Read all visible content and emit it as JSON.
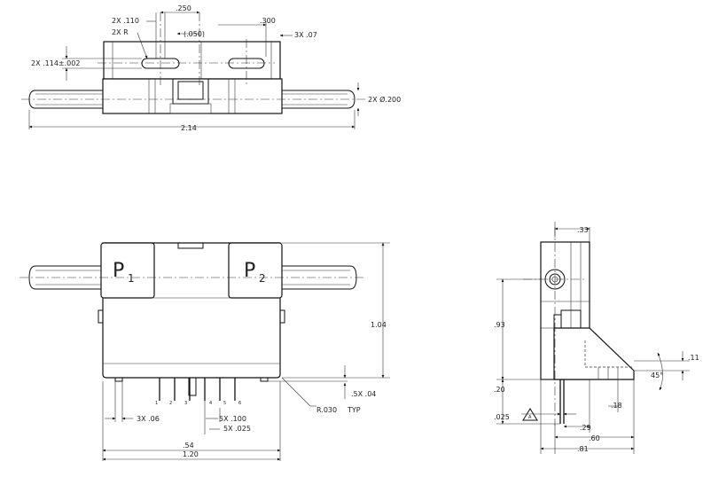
{
  "top_view": {
    "slot_width": "2X .110",
    "slot_radius": "2X R",
    "slot_pitch": ".250",
    "ref_offset": "(.050)",
    "slot_length": ".300",
    "slot_depth": "3X .07",
    "port_spacing": "2X .114±.002",
    "port_diameter": "2X Ø.200",
    "overall_length": "2.14"
  },
  "front_view": {
    "port_1": "P",
    "port_1_sub": "1",
    "port_2": "P",
    "port_2_sub": "2",
    "body_height": "1.04",
    "pin_standoff": ".5X .04",
    "corner_radius": "R.030",
    "corner_radius_qty": "TYP",
    "mount_tab_pitch": "3X .06",
    "pin_pitch": "5X .100",
    "pin_width": "5X .025",
    "pin_span": ".54",
    "body_width": "1.20",
    "pin_numbers": [
      "1",
      "2",
      "3",
      "4",
      "5",
      "6"
    ]
  },
  "side_view": {
    "top_width": ".33",
    "port_height": ".93",
    "pin_length": ".20",
    "pin_thickness": ".025",
    "datum": "A",
    "chamfer_height": ".11",
    "chamfer_angle": "45°",
    "chamfer_offset": ".18",
    "pin_offset": ".29",
    "base_depth": ".60",
    "overall_depth": ".81"
  }
}
